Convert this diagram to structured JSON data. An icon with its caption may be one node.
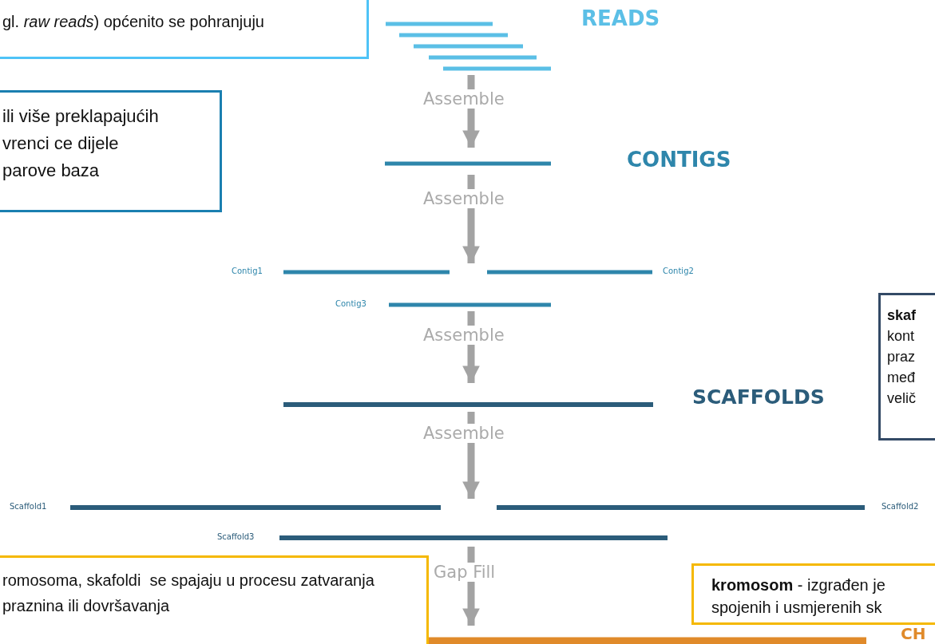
{
  "diagram": {
    "nodes": [
      {
        "text": [
          "READS"
        ]
      },
      {
        "text": [
          "CONTIGS"
        ]
      },
      {
        "text": [
          "Contig1",
          "Contig2",
          "Contig3"
        ]
      },
      {
        "text": [
          "SCAFFOLDS"
        ]
      },
      {
        "text": [
          "Scaffold1",
          "Scaffold2",
          "Scaffold3"
        ]
      },
      {
        "text": [
          "CH"
        ]
      },
      {
        "text": [
          "gl. *raw reads*) općenito se pohranjuju"
        ]
      },
      {
        "text": [
          "ili više preklapajućih vrenci ce dijele parove baza"
        ]
      },
      {
        "text": [
          "**skaf** kont praz međ velič"
        ]
      },
      {
        "text": [
          "romosoma, skafoldi  se spajaju u procesu zatvaranja praznina ili dovršavanja"
        ]
      },
      {
        "text": [
          "**kromosom** - izgrađen je spojenih i usmjerenih sk"
        ]
      }
    ],
    "edges": [
      {
        "from": 0,
        "to": 1,
        "arrow": "to",
        "label": "Assemble"
      },
      {
        "from": 1,
        "to": 2,
        "arrow": "to",
        "label": "Assemble"
      },
      {
        "from": 2,
        "to": 3,
        "arrow": "to",
        "label": "Assemble"
      },
      {
        "from": 3,
        "to": 4,
        "arrow": "to",
        "label": "Assemble"
      },
      {
        "from": 4,
        "to": 5,
        "arrow": "to",
        "label": "Gap Fill"
      }
    ]
  }
}
